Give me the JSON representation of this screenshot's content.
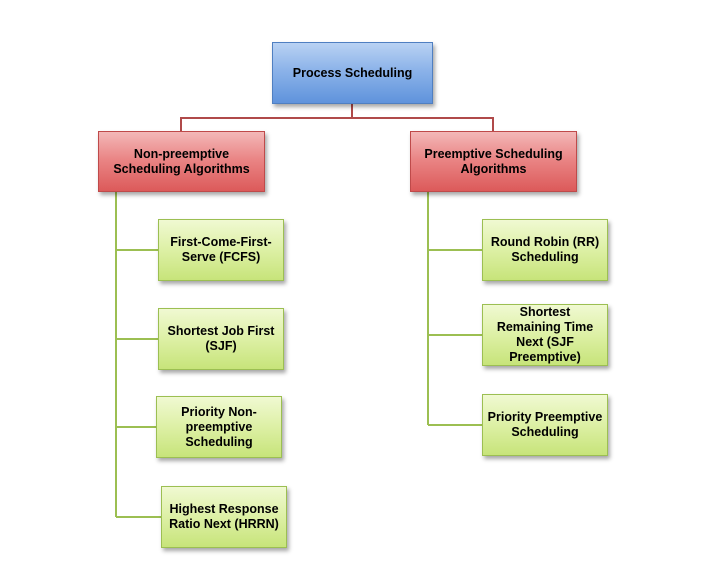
{
  "colors": {
    "root": "#8cb3e9",
    "category": "#ea8686",
    "leaf": "#ddf0a5",
    "root_connector": "#b04a4a",
    "leaf_connector": "#9cbf52"
  },
  "root": {
    "label": "Process Scheduling"
  },
  "non_preemptive": {
    "label": "Non-preemptive Scheduling Algorithms",
    "items": [
      {
        "label": "First-Come-First-Serve (FCFS)"
      },
      {
        "label": "Shortest Job First (SJF)"
      },
      {
        "label": "Priority Non-preemptive Scheduling"
      },
      {
        "label": "Highest Response Ratio Next (HRRN)"
      }
    ]
  },
  "preemptive": {
    "label": "Preemptive Scheduling Algorithms",
    "items": [
      {
        "label": "Round Robin (RR) Scheduling"
      },
      {
        "label": "Shortest Remaining Time Next (SJF Preemptive)"
      },
      {
        "label": "Priority Preemptive Scheduling"
      }
    ]
  }
}
